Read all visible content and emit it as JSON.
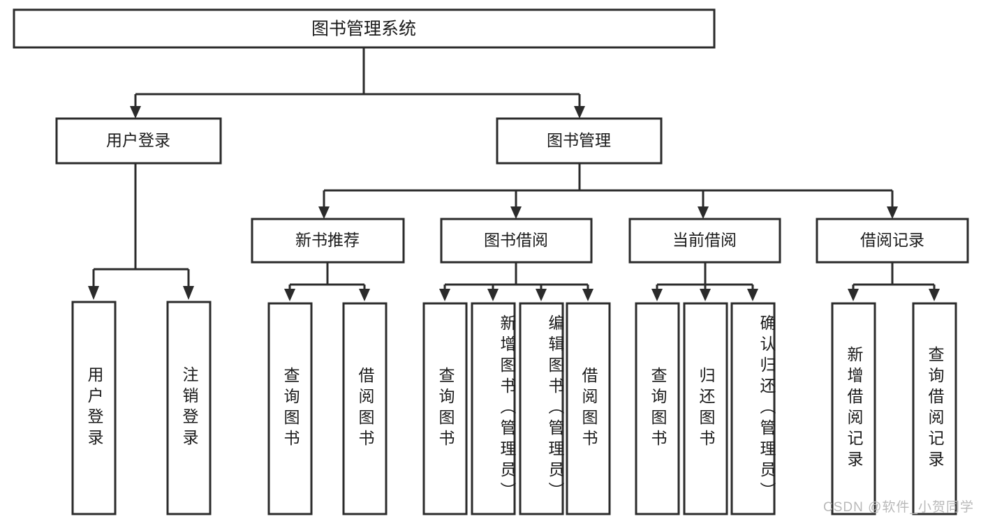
{
  "diagram": {
    "type": "tree",
    "title": "图书管理系统",
    "watermark": "CSDN @软件_小贺同学",
    "colors": {
      "stroke": "#2b2b2b",
      "fill": "#ffffff",
      "text": "#1a1a1a",
      "watermark": "#b9b9b9"
    },
    "levels": {
      "root": {
        "label": "图书管理系统"
      },
      "level2": [
        {
          "label": "用户登录"
        },
        {
          "label": "图书管理"
        }
      ],
      "level3": [
        {
          "label": "新书推荐"
        },
        {
          "label": "图书借阅"
        },
        {
          "label": "当前借阅"
        },
        {
          "label": "借阅记录"
        }
      ]
    },
    "leaves": {
      "user_login": [
        {
          "label": "用户登录"
        },
        {
          "label": "注销登录"
        }
      ],
      "new_book": [
        {
          "label": "查询图书"
        },
        {
          "label": "借阅图书"
        }
      ],
      "book_borrow": [
        {
          "label": "查询图书"
        },
        {
          "label": "新增图书（管理员）"
        },
        {
          "label": "编辑图书（管理员）"
        },
        {
          "label": "借阅图书"
        }
      ],
      "current_borrow": [
        {
          "label": "查询图书"
        },
        {
          "label": "归还图书"
        },
        {
          "label": "确认归还（管理员）"
        }
      ],
      "borrow_record": [
        {
          "label": "新增借阅记录"
        },
        {
          "label": "查询借阅记录"
        }
      ]
    }
  }
}
